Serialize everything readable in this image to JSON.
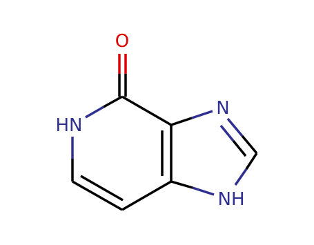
{
  "molecule": {
    "colors": {
      "bond": "#000000",
      "nitrogen": "#303090",
      "oxygen": "#e00000",
      "background": "#ffffff"
    },
    "atoms": {
      "oxygen": "O",
      "n_imine": "N",
      "nh_pyridinone": "HN",
      "nh_imidazole": "NH"
    }
  }
}
